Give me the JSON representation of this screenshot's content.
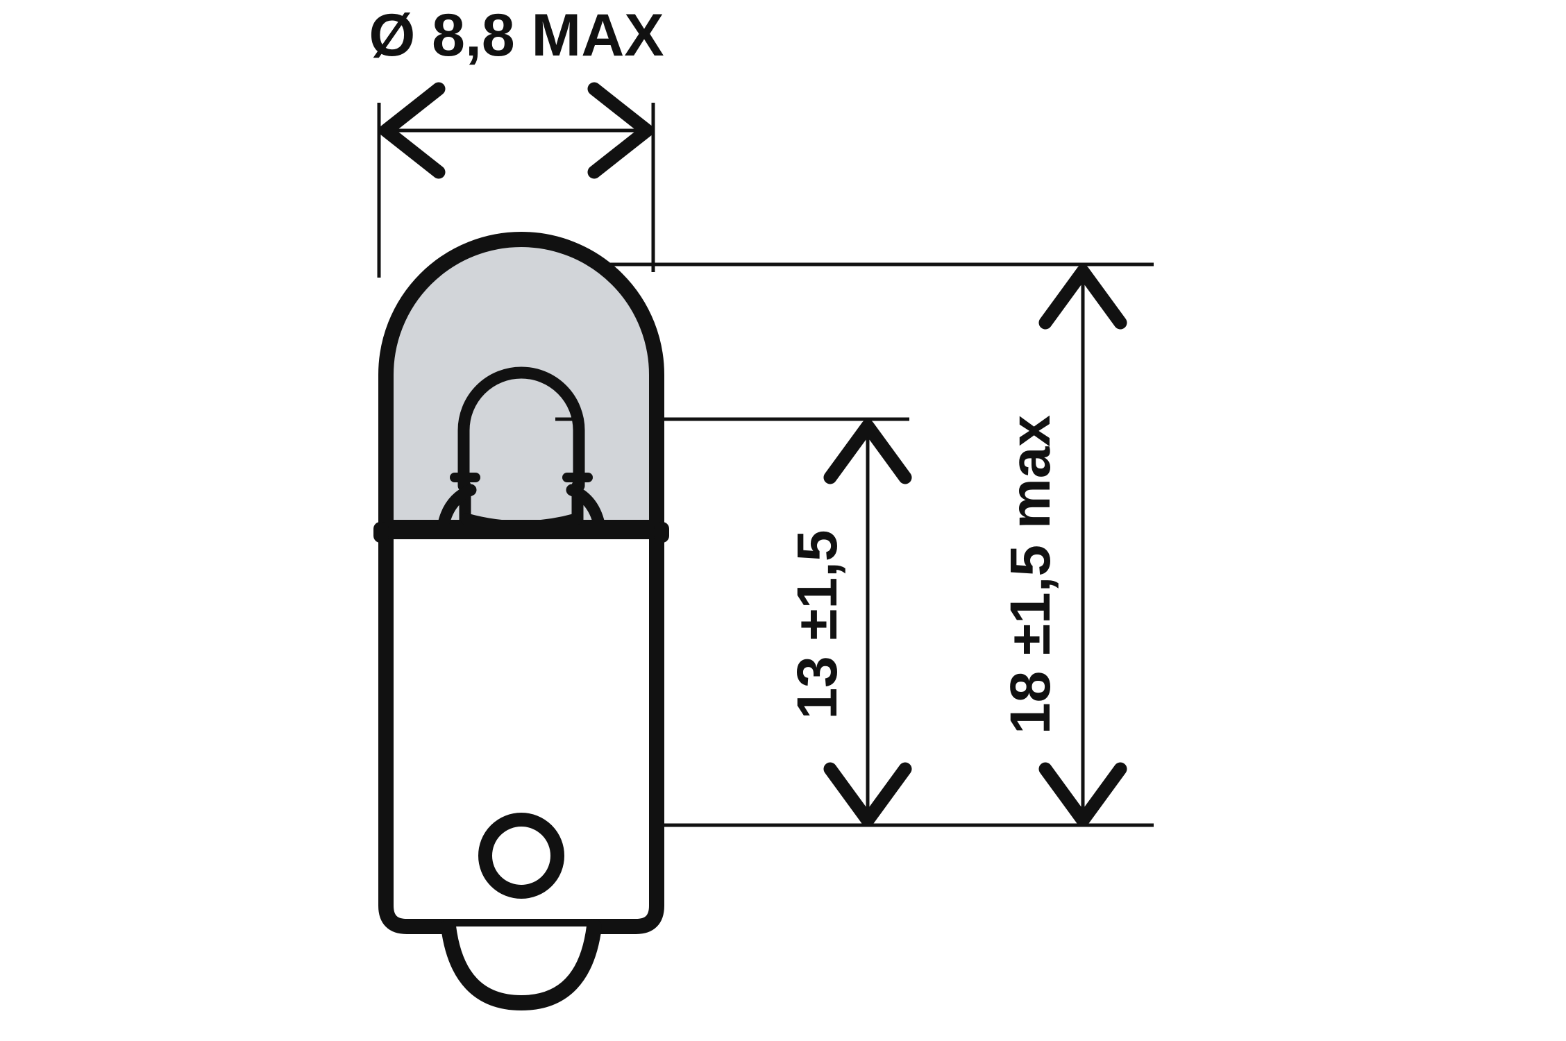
{
  "drawing": {
    "title": "Bulb dimensional drawing",
    "subject": "miniature bayonet lamp (BA9s style)",
    "background_color": "#ffffff",
    "line_color": "#111111",
    "glass_fill_color": "#d2d5d9",
    "base_fill_color": "#ffffff"
  },
  "dimensions": {
    "diameter": {
      "label": "Ø 8,8 MAX",
      "value": "8,8",
      "symbol": "Ø",
      "qualifier": "MAX",
      "orientation": "horizontal",
      "position": "top"
    },
    "inner_height": {
      "label": "13 ±1,5",
      "value": "13",
      "tolerance": "±1,5",
      "orientation": "vertical-rotated",
      "position": "middle-right"
    },
    "overall_height": {
      "label": "18 ±1,5 max",
      "value": "18",
      "tolerance": "±1,5",
      "qualifier": "max",
      "orientation": "vertical-rotated",
      "position": "far-right"
    }
  },
  "features": [
    {
      "name": "glass-envelope",
      "shape": "domed-cylinder"
    },
    {
      "name": "filament-assembly",
      "shape": "loop-and-supports"
    },
    {
      "name": "metal-base",
      "shape": "cylinder"
    },
    {
      "name": "bayonet-pin",
      "shape": "circle"
    },
    {
      "name": "solder-contact-tip",
      "shape": "v-point"
    }
  ]
}
